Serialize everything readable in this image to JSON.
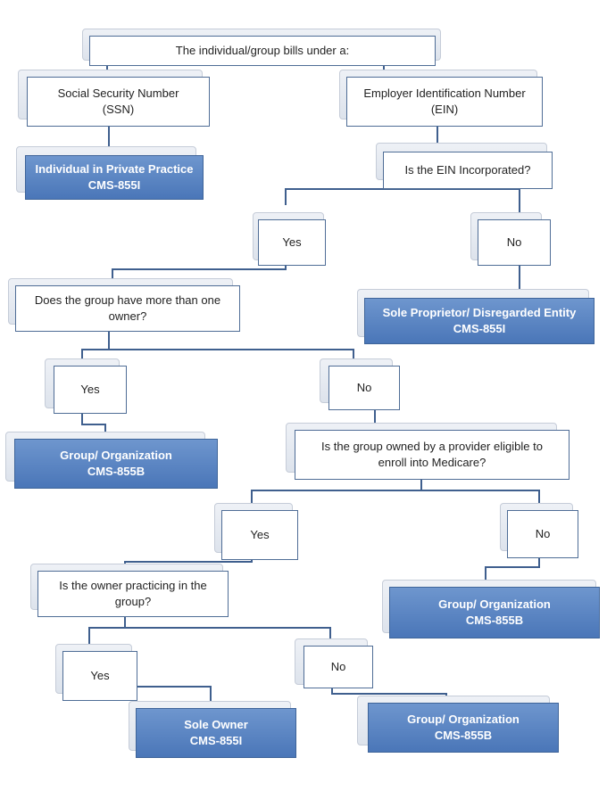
{
  "nodes": {
    "bills_under": {
      "lines": [
        "The individual/group bills under a:"
      ]
    },
    "ssn": {
      "lines": [
        "Social Security Number",
        "(SSN)"
      ]
    },
    "ein": {
      "lines": [
        "Employer Identification Number",
        "(EIN)"
      ]
    },
    "individual_private_practice": {
      "lines": [
        "Individual in Private Practice",
        "CMS-855I"
      ]
    },
    "ein_incorporated": {
      "lines": [
        "Is the EIN Incorporated?"
      ]
    },
    "ein_yes": {
      "lines": [
        "Yes"
      ]
    },
    "ein_no": {
      "lines": [
        "No"
      ]
    },
    "more_than_one_owner": {
      "lines": [
        "Does the group have more than one",
        "owner?"
      ]
    },
    "sole_proprietor": {
      "lines": [
        "Sole Proprietor/ Disregarded Entity",
        "CMS-855I"
      ]
    },
    "owner_yes": {
      "lines": [
        "Yes"
      ]
    },
    "owner_no": {
      "lines": [
        "No"
      ]
    },
    "group_org_1": {
      "lines": [
        "Group/ Organization",
        "CMS-855B"
      ]
    },
    "eligible_provider": {
      "lines": [
        "Is the group owned by a provider eligible to",
        "enroll into Medicare?"
      ]
    },
    "eligible_yes": {
      "lines": [
        "Yes"
      ]
    },
    "eligible_no": {
      "lines": [
        "No"
      ]
    },
    "owner_practicing": {
      "lines": [
        "Is the owner practicing in the",
        "group?"
      ]
    },
    "group_org_2": {
      "lines": [
        "Group/ Organization",
        "CMS-855B"
      ]
    },
    "practicing_yes": {
      "lines": [
        "Yes"
      ]
    },
    "practicing_no": {
      "lines": [
        "No"
      ]
    },
    "sole_owner": {
      "lines": [
        "Sole Owner",
        "CMS-855I"
      ]
    },
    "group_org_3": {
      "lines": [
        "Group/ Organization",
        "CMS-855B"
      ]
    }
  },
  "colors": {
    "connector": "#3f5f8e",
    "box_border": "#4f6d96",
    "blue_fill": "#5b84c4"
  }
}
